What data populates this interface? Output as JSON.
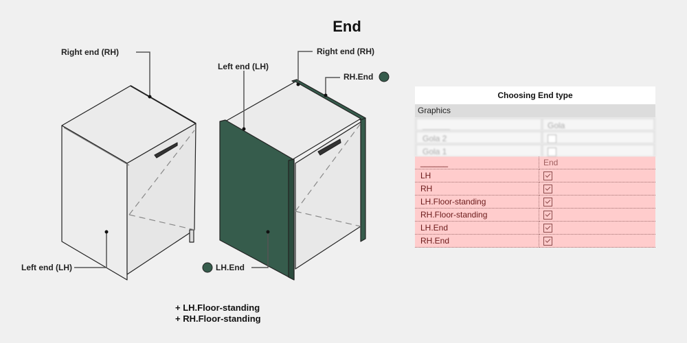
{
  "title": "End",
  "colors": {
    "end_green": "#365c4c",
    "highlight": "#ffcccc"
  },
  "left_cabinet": {
    "right_end_label": "Right end (RH)",
    "left_end_label": "Left end (LH)"
  },
  "right_cabinet": {
    "right_end_label": "Right end (RH)",
    "left_end_label": "Left end (LH)",
    "rh_end_label": "RH.End",
    "lh_end_label": "LH.End"
  },
  "bottom_note": [
    "+ LH.Floor-standing",
    "+ RH.Floor-standing"
  ],
  "panel": {
    "title": "Choosing End type",
    "group": "Graphics",
    "blurred_rows": [
      {
        "name": "______",
        "value": "Gola",
        "checkbox": false
      },
      {
        "name": "Gola 2",
        "checkbox": true,
        "checked": false
      },
      {
        "name": "Gola 1",
        "checkbox": true,
        "checked": false
      }
    ],
    "header_row": {
      "name": "______",
      "value": "End"
    },
    "rows": [
      {
        "name": "LH",
        "checked": true
      },
      {
        "name": "RH",
        "checked": true
      },
      {
        "name": "LH.Floor-standing",
        "checked": true
      },
      {
        "name": "RH.Floor-standing",
        "checked": true
      },
      {
        "name": "LH.End",
        "checked": true
      },
      {
        "name": "RH.End",
        "checked": true
      }
    ]
  }
}
